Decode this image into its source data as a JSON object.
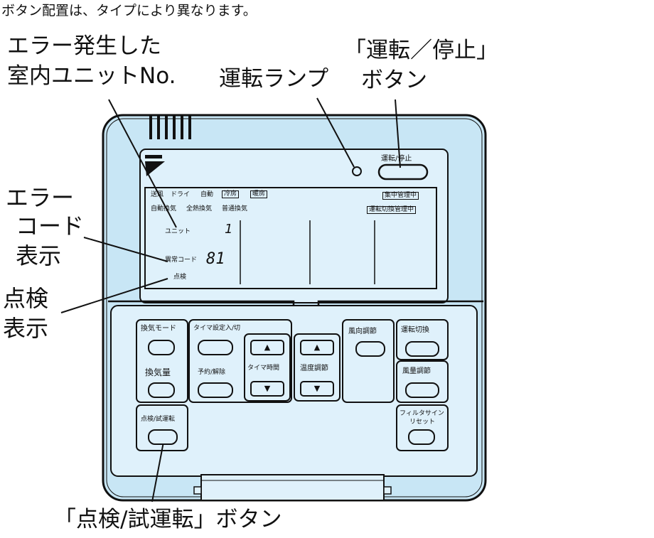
{
  "header_note": "ボタン配置は、タイプにより異なります。",
  "callouts": {
    "error_unit": [
      "エラー発生した",
      "室内ユニットNo."
    ],
    "run_lamp": "運転ランプ",
    "run_stop_button": [
      "「運転／停止」",
      "ボタン"
    ],
    "error_code": [
      "エラー",
      "コード",
      "表示"
    ],
    "inspection": [
      "点検",
      "表示"
    ],
    "inspect_test_button": "「点検/試運転」ボタン"
  },
  "display": {
    "modes_top": [
      "送風",
      "ドライ",
      "自動"
    ],
    "mode_boxes": [
      "冷房",
      "暖房"
    ],
    "central_badge": "集中管理中",
    "vent_modes": [
      "自動換気",
      "全熱換気",
      "普通換気"
    ],
    "vent_badge": "運転切換管理中",
    "unit_label": "ユニット",
    "unit_value": "1",
    "error_code_label": "異常コード",
    "error_code_value": "81",
    "inspect_label": "点検"
  },
  "panel": {
    "run_stop_label": "運転/停止",
    "vent_mode": "換気モード",
    "vent_volume": "換気量",
    "timer_set": "タイマ設定入/切",
    "reserve_cancel": "予約/解除",
    "timer_adjust": "タイマ時間",
    "temp_adjust": "温度調節",
    "airflow_direction": "風向調節",
    "mode_switch": "運転切換",
    "fan_speed": "風量調節",
    "filter_sign": [
      "フィルタサイン",
      "リセット"
    ],
    "inspect_test": "点検/試運転",
    "up_arrow": "▲",
    "down_arrow": "▼"
  },
  "colors": {
    "panel": "#c8e6f5",
    "panel_inner": "#dff1fb",
    "outline": "#111111"
  }
}
